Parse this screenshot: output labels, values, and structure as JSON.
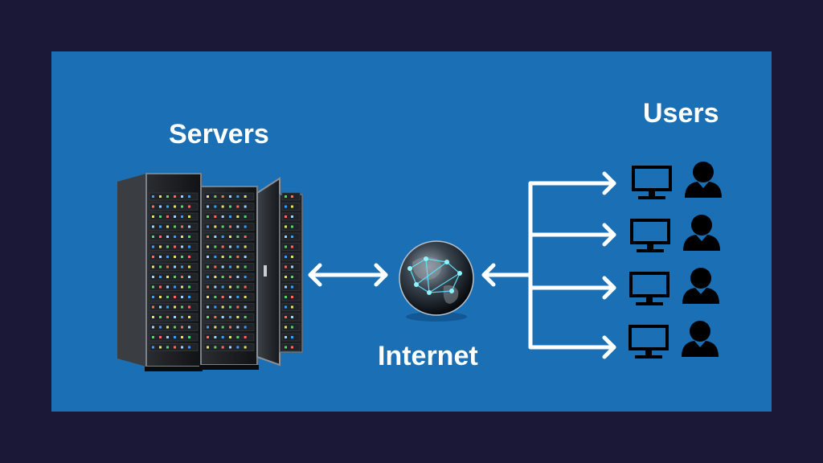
{
  "labels": {
    "servers": "Servers",
    "users": "Users",
    "internet": "Internet"
  },
  "colors": {
    "page_background": "#1a1836",
    "panel_background": "#1b6fb5",
    "text": "#ffffff",
    "arrows": "#ffffff",
    "user_icons": "#000000"
  },
  "icons": {
    "server": "server-rack-icon",
    "internet": "globe-icon",
    "monitor": "monitor-icon",
    "user": "person-icon"
  },
  "users": [
    {
      "monitor_icon": "monitor-icon",
      "person_icon": "person-icon"
    },
    {
      "monitor_icon": "monitor-icon",
      "person_icon": "person-icon"
    },
    {
      "monitor_icon": "monitor-icon",
      "person_icon": "person-icon"
    },
    {
      "monitor_icon": "monitor-icon",
      "person_icon": "person-icon"
    }
  ]
}
